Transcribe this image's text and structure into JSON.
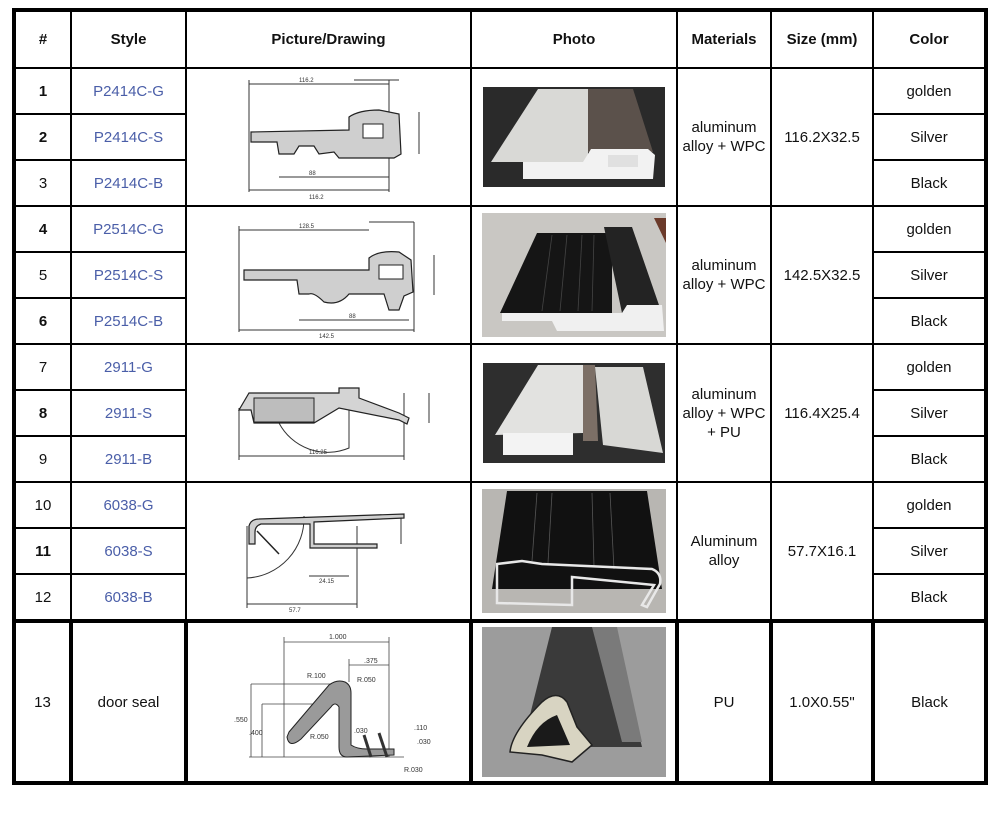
{
  "table": {
    "headers": [
      "#",
      "Style",
      "Picture/Drawing",
      "Photo",
      "Materials",
      "Size (mm)",
      "Color"
    ],
    "groups": [
      {
        "drawing_icon": "threshold-profile-drawing-p2414c",
        "photo_icon": "aluminum-wpc-threshold-photo",
        "materials": [
          "aluminum",
          "alloy + WPC"
        ],
        "size": "116.2X32.5",
        "rows": [
          {
            "num": "1",
            "style": "P2414C-G",
            "color": "golden"
          },
          {
            "num": "2",
            "style": "P2414C-S",
            "color": "Silver"
          },
          {
            "num": "3",
            "style": "P2414C-B",
            "color": "Black"
          }
        ]
      },
      {
        "drawing_icon": "threshold-profile-drawing-p2514c",
        "photo_icon": "black-aluminum-wpc-threshold-photo",
        "materials": [
          "aluminum",
          "alloy + WPC"
        ],
        "size": "142.5X32.5",
        "rows": [
          {
            "num": "4",
            "style": "P2514C-G",
            "color": "golden"
          },
          {
            "num": "5",
            "style": "P2514C-S",
            "color": "Silver"
          },
          {
            "num": "6",
            "style": "P2514C-B",
            "color": "Black"
          }
        ]
      },
      {
        "drawing_icon": "threshold-profile-drawing-2911",
        "photo_icon": "aluminum-wpc-pu-threshold-photo",
        "materials": [
          "aluminum",
          "alloy + WPC",
          "+ PU"
        ],
        "size": "116.4X25.4",
        "rows": [
          {
            "num": "7",
            "style": "2911-G",
            "color": "golden"
          },
          {
            "num": "8",
            "style": "2911-S",
            "color": "Silver"
          },
          {
            "num": "9",
            "style": "2911-B",
            "color": "Black"
          }
        ]
      },
      {
        "drawing_icon": "threshold-profile-drawing-6038",
        "photo_icon": "black-aluminum-threshold-photo",
        "materials": [
          "Aluminum",
          "alloy"
        ],
        "size": "57.7X16.1",
        "rows": [
          {
            "num": "10",
            "style": "6038-G",
            "color": "golden"
          },
          {
            "num": "11",
            "style": "6038-S",
            "color": "Silver"
          },
          {
            "num": "12",
            "style": "6038-B",
            "color": "Black"
          }
        ]
      }
    ],
    "last_row": {
      "num": "13",
      "style": "door seal",
      "drawing_icon": "door-seal-profile-drawing",
      "drawing_labels": [
        "1.000",
        ".375",
        "R.100",
        "R.050",
        "R.050",
        ".550",
        ".400",
        ".030",
        ".110",
        ".030",
        "R.030"
      ],
      "photo_icon": "door-seal-photo",
      "materials": "PU",
      "size": "1.0X0.55\"",
      "color": "Black"
    }
  },
  "colors": {
    "style_text": "#4a5ea8",
    "border": "#000000",
    "text": "#111111"
  }
}
